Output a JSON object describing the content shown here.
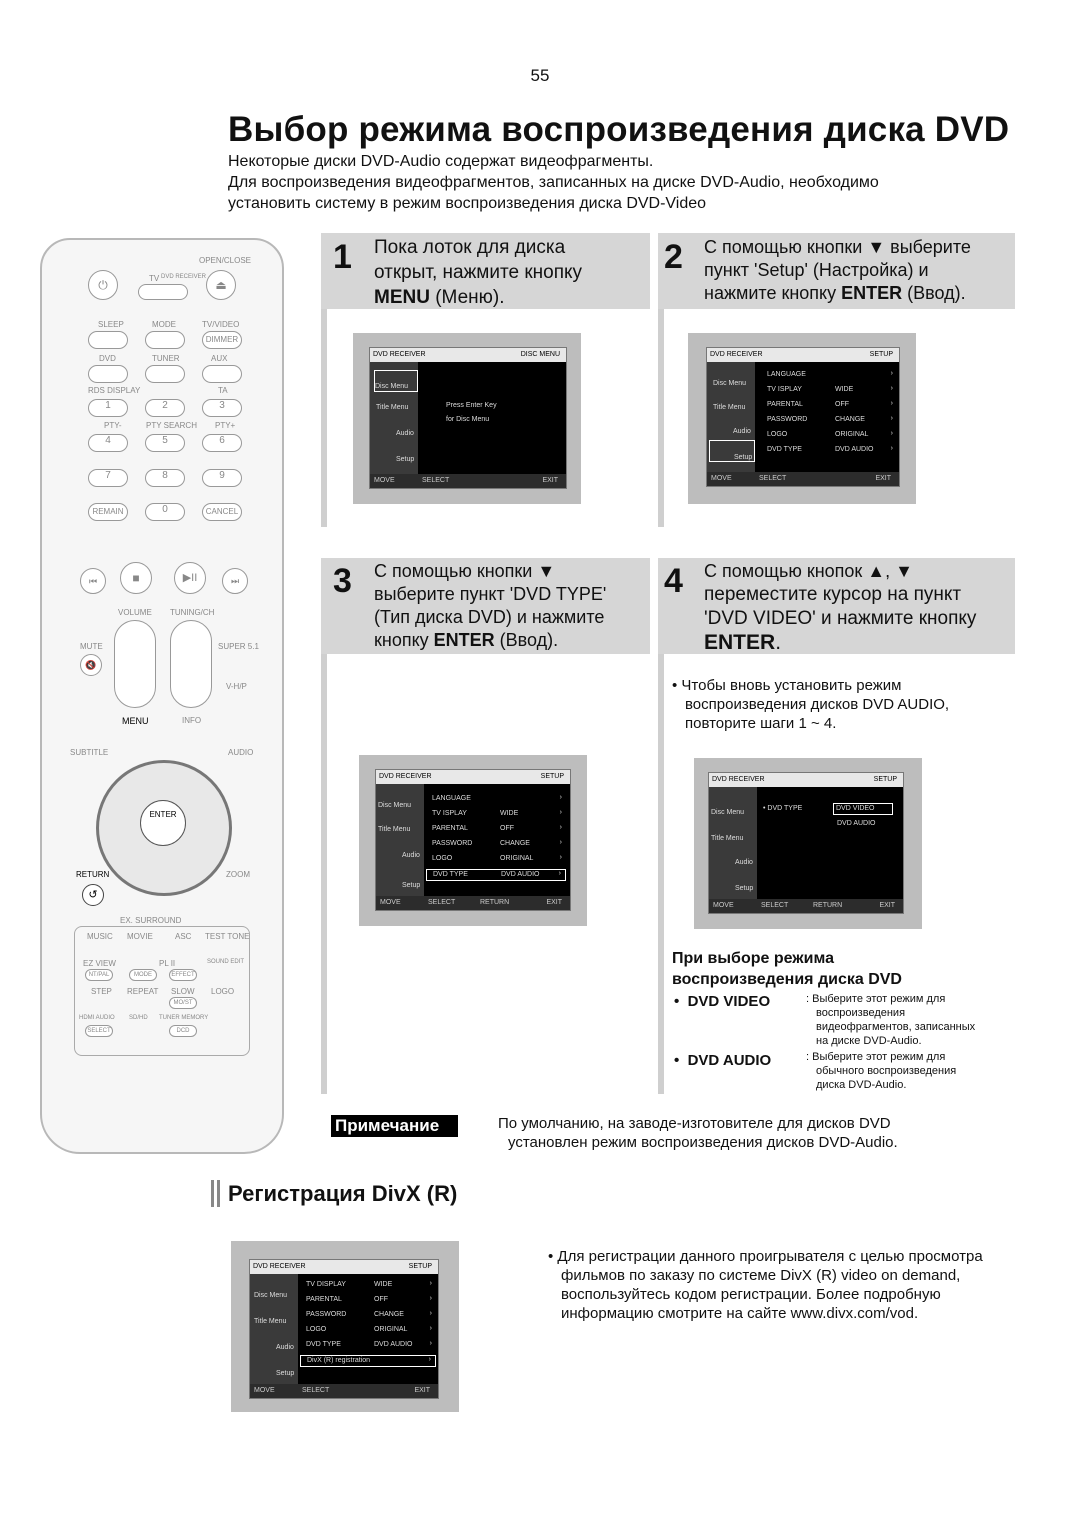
{
  "page_number": "55",
  "title": "Выбор режима воспроизведения диска DVD",
  "intro": [
    "Некоторые диски DVD-Audio содержат видеофрагменты.",
    "Для воспроизведения видеофрагментов, записанных на диске DVD-Audio, необходимо",
    "установить систему в режим воспроизведения диска DVD-Video"
  ],
  "remote": {
    "labels": [
      "OPEN/CLOSE",
      "TV",
      "DVD RECEIVER",
      "SLEEP",
      "MODE",
      "TV/VIDEO",
      "DIMMER",
      "DVD",
      "TUNER",
      "AUX",
      "RDS DISPLAY",
      "TA",
      "1",
      "2",
      "3",
      "PTY-",
      "PTY SEARCH",
      "PTY+",
      "4",
      "5",
      "6",
      "7",
      "8",
      "9",
      "REMAIN",
      "0",
      "CANCEL",
      "VOLUME",
      "TUNING/CH",
      "MUTE",
      "SUPER 5.1",
      "V-H/P",
      "MENU",
      "INFO",
      "SUBTITLE",
      "AUDIO",
      "ENTER",
      "RETURN",
      "ZOOM",
      "EX. SURROUND",
      "MUSIC",
      "MOVIE",
      "ASC",
      "TEST TONE",
      "EZ VIEW",
      "PL II",
      "SOUND EDIT",
      "NT/PAL",
      "MODE",
      "EFFECT",
      "STEP",
      "REPEAT",
      "SLOW",
      "LOGO",
      "MO/ST",
      "HDMI AUDIO",
      "SD/HD",
      "TUNER MEMORY",
      "SELECT",
      "DCD"
    ]
  },
  "steps": [
    {
      "num": "1",
      "lines": [
        "Пока лоток для диска",
        "открыт, нажмите кнопку"
      ],
      "bold": "MENU",
      "after": " (Меню)."
    },
    {
      "num": "2",
      "lines": [
        "С помощью кнопки ▼ выберите",
        "пункт 'Setup' (Настройка) и"
      ],
      "pre": "нажмите кнопку ",
      "bold": "ENTER",
      "after": " (Ввод)."
    },
    {
      "num": "3",
      "lines": [
        "С помощью кнопки ▼",
        "выберите пункт 'DVD TYPE'",
        "(Тип диска DVD) и нажмите"
      ],
      "pre": "кнопку ",
      "bold": "ENTER",
      "after": " (Ввод)."
    },
    {
      "num": "4",
      "lines": [
        "С помощью кнопок ▲, ▼",
        "переместите курсор на пункт",
        "'DVD VIDEO' и нажмите кнопку"
      ],
      "bold": "ENTER",
      "after": "."
    }
  ],
  "screens": {
    "header_left": "DVD RECEIVER",
    "disc_menu_title": "DISC MENU",
    "setup_title": "SETUP",
    "side": [
      "Disc Menu",
      "Title Menu",
      "Audio",
      "Setup"
    ],
    "press_enter": [
      "Press Enter Key",
      "for Disc Menu"
    ],
    "footer": [
      "MOVE",
      "SELECT",
      "RETURN",
      "EXIT"
    ],
    "setup_rows": [
      {
        "k": "LANGUAGE",
        "v": ""
      },
      {
        "k": "TV  ISPLAY",
        "v": "WIDE"
      },
      {
        "k": "PARENTAL",
        "v": "OFF"
      },
      {
        "k": "PASSWORD",
        "v": "CHANGE"
      },
      {
        "k": "LOGO",
        "v": "ORIGINAL"
      },
      {
        "k": "DVD TYPE",
        "v": "DVD AUDIO"
      }
    ],
    "dvd_type_opts": [
      "DVD VIDEO",
      "DVD AUDIO"
    ],
    "divx_rows": [
      {
        "k": "TV DISPLAY",
        "v": "WIDE"
      },
      {
        "k": "PARENTAL",
        "v": "OFF"
      },
      {
        "k": "PASSWORD",
        "v": "CHANGE"
      },
      {
        "k": "LOGO",
        "v": "ORIGINAL"
      },
      {
        "k": "DVD TYPE",
        "v": "DVD AUDIO"
      },
      {
        "k": "DivX (R) registration",
        "v": ""
      }
    ]
  },
  "step4_bullet": [
    "Чтобы вновь установить режим",
    "воспроизведения дисков DVD AUDIO,",
    "повторите шаги 1 ~ 4."
  ],
  "modes": {
    "heading": [
      "При выборе режима",
      "воспроизведения диска DVD"
    ],
    "items": [
      {
        "name": "DVD VIDEO",
        "desc": [
          ": Выберите этот режим для",
          "воспроизведения",
          "видеофрагментов, записанных",
          "на диске DVD-Audio."
        ]
      },
      {
        "name": "DVD AUDIO",
        "desc": [
          ": Выберите этот режим для",
          "обычного воспроизведения",
          "диска DVD-Audio."
        ]
      }
    ]
  },
  "note": {
    "label": "Примечание",
    "lines": [
      "По умолчанию, на заводе-изготовителе для дисков DVD",
      "установлен режим воспроизведения дисков DVD-Audio."
    ]
  },
  "divx": {
    "title": "Регистрация DivX (R)",
    "text": [
      "Для регистрации данного проигрывателя с целью просмотра",
      "фильмов по заказу по системе DivX (R) video on demand,",
      "воспользуйтесь кодом регистрации. Более подробную",
      "информацию смотрите на сайте www.divx.com/vod."
    ]
  }
}
